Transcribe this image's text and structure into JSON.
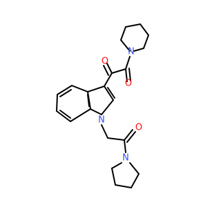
{
  "colors": {
    "bond": "#000000",
    "oxygen": "#ff0d0d",
    "nitrogen": "#3050f8",
    "background": "#ffffff"
  },
  "atoms": {
    "o1": "O",
    "o2": "O",
    "o3": "O",
    "n_piperidine": "N",
    "n_indole": "N",
    "n_pyrrolidine": "N"
  }
}
